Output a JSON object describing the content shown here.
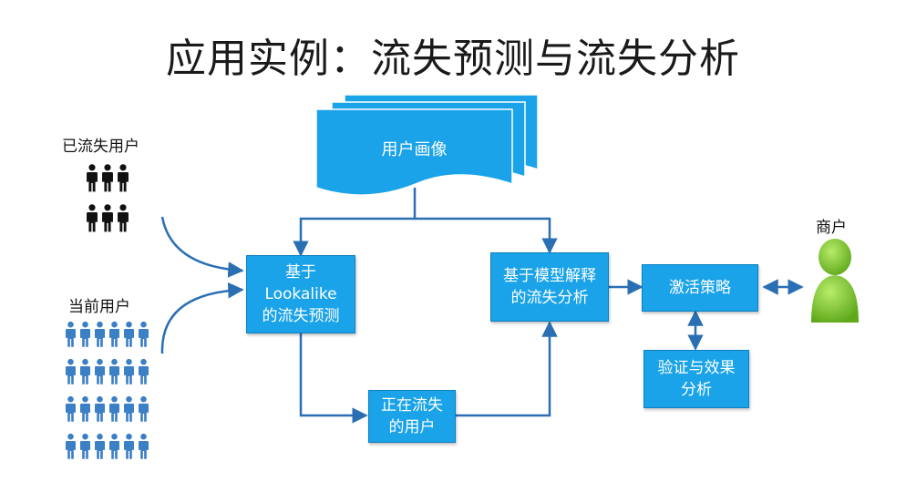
{
  "title": "应用实例：流失预测与流失分析",
  "groups": {
    "churned_users": "已流失用户",
    "current_users": "当前用户",
    "merchant": "商户"
  },
  "nodes": {
    "user_profile": "用户画像",
    "lookalike_prediction": "基于\nLookalike\n的流失预测",
    "model_analysis": "基于模型解释\n的流失分析",
    "churning_users": "正在流失\n的用户",
    "activation_strategy": "激活策略",
    "validation": "验证与效果\n分析"
  },
  "colors": {
    "box_fill": "#1aa3e8",
    "arrow": "#2a6fb4",
    "churned_person": "#111111",
    "current_person": "#3b7fc4",
    "merchant_person": "#7cc62a"
  },
  "icons": {
    "churned_users": "person-group-icon",
    "current_users": "person-group-icon",
    "merchant": "person-icon"
  }
}
